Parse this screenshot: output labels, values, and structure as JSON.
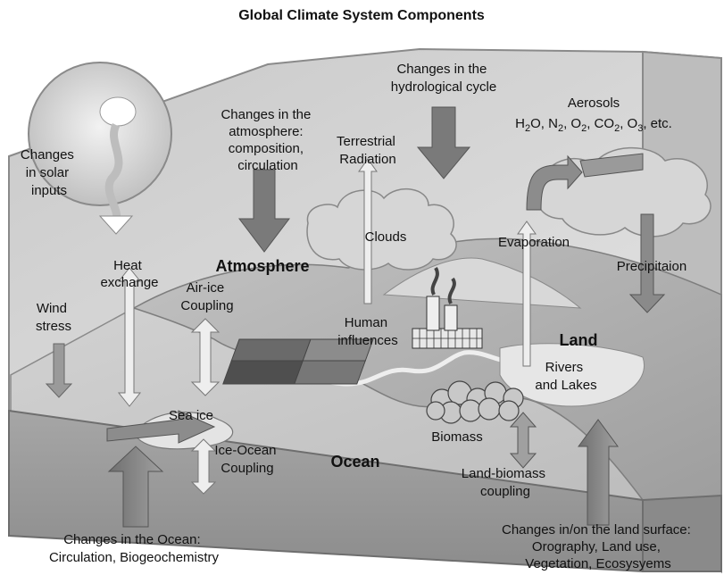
{
  "title": "Global Climate System Components",
  "labels": {
    "solar_inputs": [
      "Changes",
      "in solar",
      "inputs"
    ],
    "hydro_cycle": [
      "Changes in the",
      "hydrological cycle"
    ],
    "atmos_changes": [
      "Changes in the",
      "atmosphere:",
      "composition,",
      "circulation"
    ],
    "terrestrial": [
      "Terrestrial",
      "Radiation"
    ],
    "aerosols": "Aerosols",
    "gases": [
      "H",
      "2",
      "O, N",
      "2",
      ", O",
      "2",
      ", CO",
      "2",
      ", O",
      "3",
      ", etc."
    ],
    "clouds": "Clouds",
    "evaporation": "Evaporation",
    "precipitation": "Precipitaion",
    "heat_exchange": [
      "Heat",
      "exchange"
    ],
    "atmosphere": "Atmosphere",
    "air_ice": [
      "Air-ice",
      "Coupling"
    ],
    "wind_stress": [
      "Wind",
      "stress"
    ],
    "human": [
      "Human",
      "influences"
    ],
    "land": "Land",
    "rivers": [
      "Rivers",
      "and Lakes"
    ],
    "sea_ice": "Sea ice",
    "ice_ocean": [
      "Ice-Ocean",
      "Coupling"
    ],
    "ocean": "Ocean",
    "biomass": "Biomass",
    "land_biomass": [
      "Land-biomass",
      "coupling"
    ],
    "ocean_changes": [
      "Changes in the Ocean:",
      "Circulation, Biogeochemistry"
    ],
    "land_changes": [
      "Changes in/on the land surface:",
      "Orography, Land use,",
      "Vegetation, Ecosysyems"
    ]
  },
  "colors": {
    "background_wall": "#d4d4d4",
    "floor_front": "#9a9a9a",
    "ocean_top": "#c8c8c8",
    "land_top": "#b3b3b3",
    "arrow_dark": "#7a7a7a",
    "arrow_light": "#e8e8e8"
  },
  "icons": [
    "sun-swirl-icon",
    "factory-icon",
    "forest-icon",
    "cloud-icon",
    "field-grid-icon"
  ]
}
